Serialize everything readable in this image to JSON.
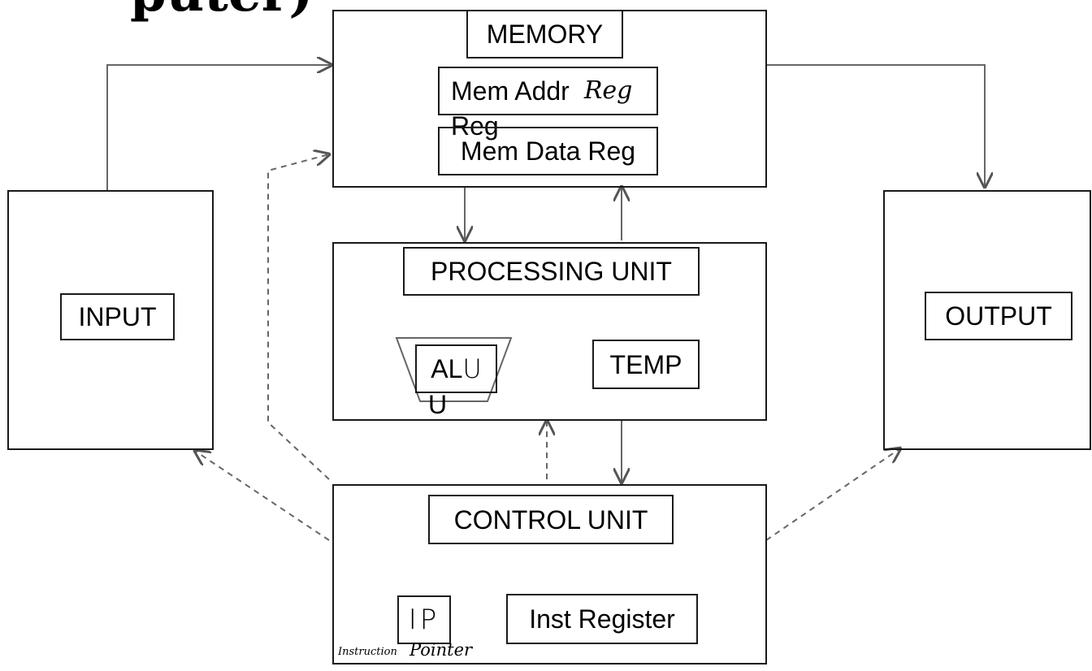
{
  "title_fragment": "puter)",
  "memory": {
    "title": "MEMORY",
    "mar_label": "Mem Addr",
    "mar_handwritten": "Reg",
    "mar_overflow": "Reg",
    "mdr_label": "Mem Data Reg"
  },
  "processing_unit": {
    "title": "PROCESSING UNIT",
    "alu_label": "AL",
    "alu_handwritten": "U",
    "alu_overflow": "U",
    "temp_label": "TEMP"
  },
  "input": {
    "label": "INPUT"
  },
  "output": {
    "label": "OUTPUT"
  },
  "control_unit": {
    "title": "CONTROL UNIT",
    "ip_label": "IP",
    "ip_caption_small": "Instruction",
    "ip_caption_large": "Pointer",
    "inst_register_label": "Inst Register"
  }
}
